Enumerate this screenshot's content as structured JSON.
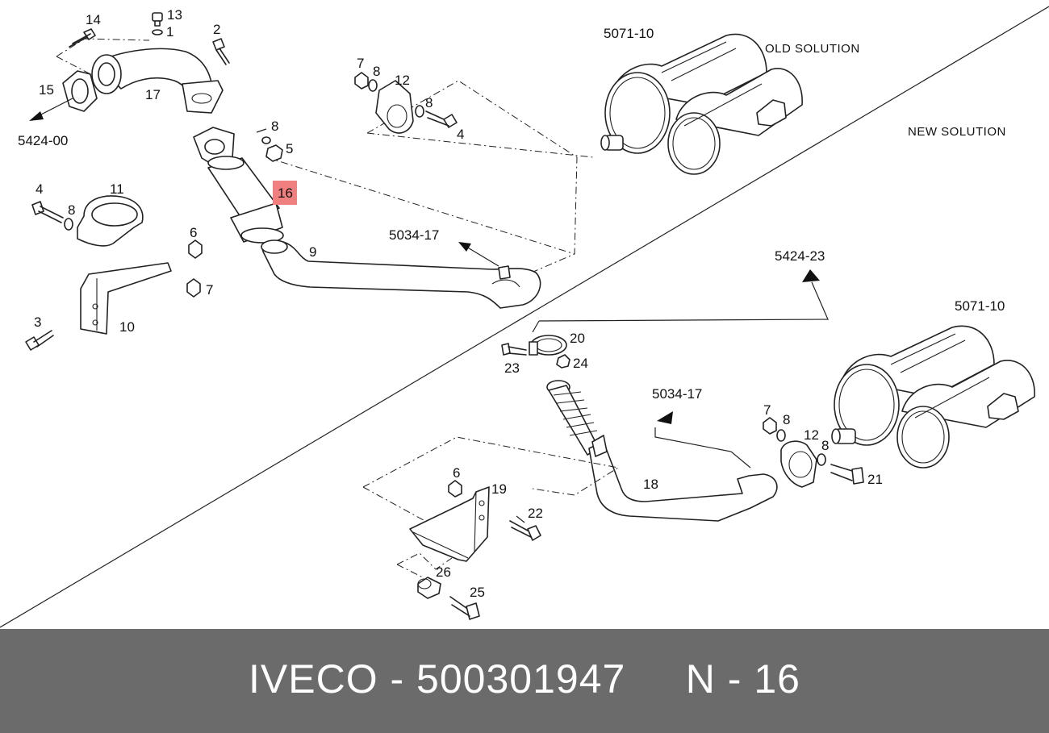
{
  "diagram": {
    "part_labels": [
      "14",
      "13",
      "1",
      "2",
      "15",
      "17",
      "5424-00",
      "8",
      "5",
      "16",
      "4",
      "11",
      "6",
      "7",
      "3",
      "10",
      "9",
      "5034-17",
      "7",
      "8",
      "12",
      "8",
      "4",
      "5071-10",
      "OLD SOLUTION",
      "NEW SOLUTION",
      "5424-23",
      "5071-10",
      "20",
      "23",
      "24",
      "5034-17",
      "7",
      "8",
      "12",
      "8",
      "21",
      "6",
      "19",
      "22",
      "18",
      "26",
      "25"
    ],
    "highlight": {
      "label": "16",
      "color": "#f08080"
    }
  },
  "footer": {
    "brand": "IVECO",
    "part_number": "500301947",
    "ref": "N - 16",
    "text": "IVECO - 500301947     N - 16",
    "background": "#6b6b6b",
    "text_color": "#ffffff"
  }
}
